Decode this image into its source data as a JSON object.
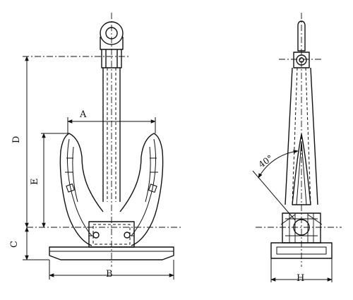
{
  "diagram": {
    "front_view": {
      "dimension_labels": {
        "width_between_flukes": "A",
        "base_width": "B",
        "crown_height": "C",
        "overall_height": "D",
        "fluke_height": "E"
      }
    },
    "side_view": {
      "dimension_labels": {
        "base_width": "H"
      },
      "fluke_angle": "40°"
    }
  }
}
